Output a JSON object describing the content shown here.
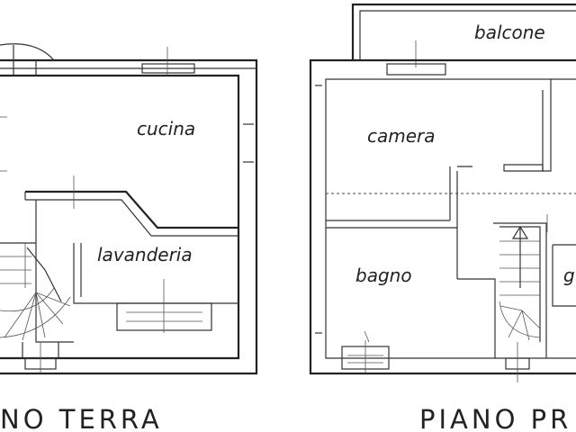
{
  "floors": [
    {
      "title": "NO TERRA",
      "rooms": [
        "cucina",
        "lavanderia"
      ]
    },
    {
      "title": "PIANO PR",
      "rooms": [
        "balcone",
        "camera",
        "bagno",
        "g"
      ]
    }
  ]
}
